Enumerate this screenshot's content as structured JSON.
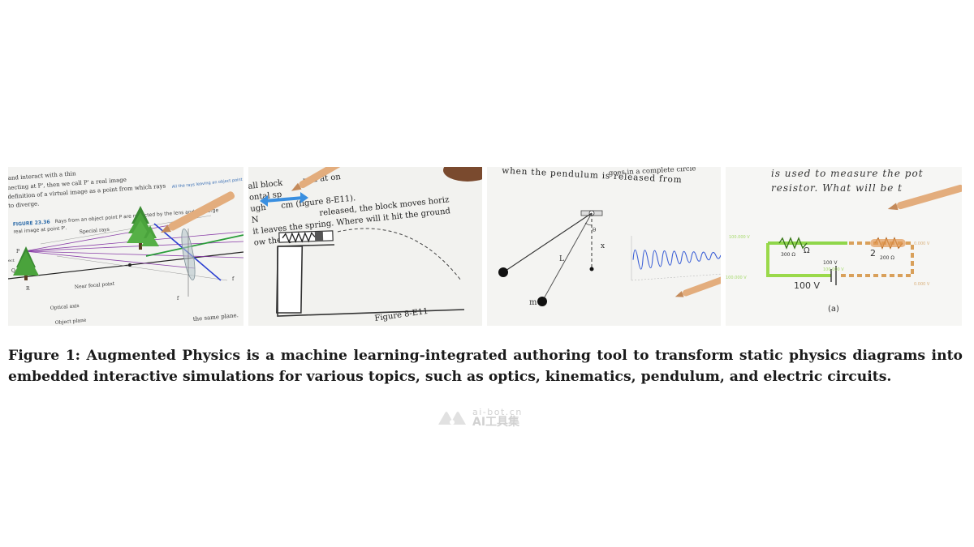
{
  "panels": {
    "optics": {
      "text_lines": [
        "and interact with a thin",
        "necting at P', then we call P' a real image",
        "definition of a virtual image as a point from which rays",
        "to diverge."
      ],
      "figure_label": "FIGURE 23.36",
      "figure_caption_1": "Rays from an object point P are refracted by the lens and converge",
      "figure_caption_2": "real image at point P'.",
      "note": "All the rays leaving an object point",
      "labels": {
        "special_rays": "Special rays",
        "near_focal_point": "Near focal point",
        "optical_axis": "Optical axis",
        "object_plane": "Object plane",
        "same_plane": "the same plane.",
        "P": "P",
        "Q": "Q",
        "R": "R",
        "ect": "ect",
        "f1": "f",
        "f2": "f"
      }
    },
    "spring": {
      "text_lines": [
        "all block",
        "ontal sp",
        "ugh",
        "N",
        "it leaves the spring. Where will it hit the ground",
        "ow the spring ?"
      ],
      "text_fragments": [
        "xed at on",
        "cm (figure 8-E11).",
        "released, the block moves horiz"
      ],
      "figure_label": "Figure 8-E11"
    },
    "pendulum": {
      "text_line_1": "when the pendulum is released from",
      "text_top": "goes in a complete circle",
      "labels": {
        "theta": "θ",
        "L": "L",
        "x": "x",
        "m": "m"
      }
    },
    "circuit": {
      "text_line_1": "is used to measure the pot",
      "text_line_2": "resistor. What will be t",
      "labels": {
        "r1": "300 Ω",
        "r1_big": "Ω",
        "r2_big": "2",
        "r2_small": "200 Ω",
        "battery": "100 V",
        "battery_small": "100 V",
        "subcaption": "(a)",
        "v_top_left": "100.000 V",
        "v_top_right": "0.000 V",
        "v_right": "0.000 V",
        "v_left": "100.000 V",
        "v_mid": "100.000 V"
      }
    }
  },
  "caption": {
    "text": "Figure 1: Augmented Physics is a machine learning-integrated authoring tool to transform static physics diagrams into embedded interactive simulations for various topics, such as optics, kinematics, pendulum, and electric circuits."
  },
  "watermark": {
    "url": "ai-bot.cn",
    "name": "AI工具集"
  }
}
